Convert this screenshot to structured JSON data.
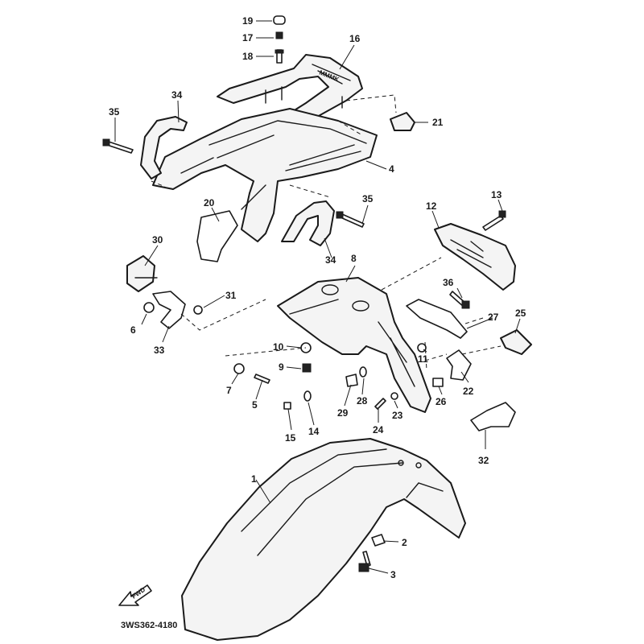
{
  "diagram": {
    "reference_code": "3WS362-4180",
    "forward_arrow_label": "FWD",
    "callouts": [
      "1",
      "2",
      "3",
      "4",
      "5",
      "6",
      "7",
      "8",
      "9",
      "10",
      "11",
      "12",
      "13",
      "14",
      "15",
      "16",
      "17",
      "18",
      "19",
      "20",
      "21",
      "22",
      "23",
      "24",
      "25",
      "26",
      "27",
      "28",
      "29",
      "30",
      "31",
      "32",
      "33",
      "34",
      "35",
      "36"
    ]
  }
}
